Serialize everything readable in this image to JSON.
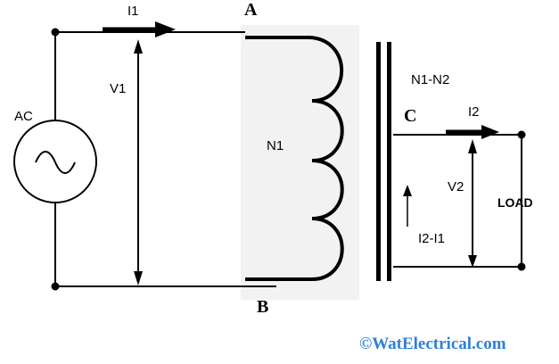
{
  "labels": {
    "i1": "I1",
    "a": "A",
    "v1": "V1",
    "ac": "AC",
    "n1": "N1",
    "b": "B",
    "n1n2": "N1-N2",
    "c": "C",
    "i2": "I2",
    "v2": "V2",
    "load": "LOAD",
    "i2i1": "I2-I1"
  },
  "watermark": "©WatElectrical.com",
  "colors": {
    "line": "#000000",
    "coil_panel": "#f2f2f2",
    "watermark": "#2f7fd8"
  }
}
